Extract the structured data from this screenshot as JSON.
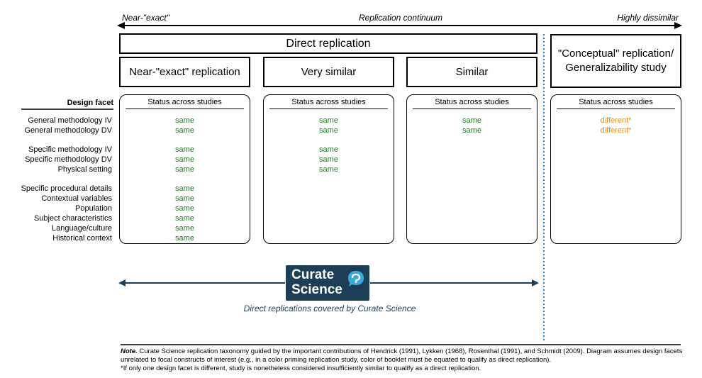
{
  "continuum": {
    "left_label": "Near-\"exact\"",
    "center_label": "Replication continuum",
    "right_label": "Highly dissimilar"
  },
  "direct_replication_header": "Direct replication",
  "categories": [
    {
      "title": "Near-\"exact\" replication"
    },
    {
      "title": "Very similar"
    },
    {
      "title": "Similar"
    },
    {
      "title": "\"Conceptual\" replication/ Generalizability study"
    }
  ],
  "design_facet_header": "Design facet",
  "status_header": "Status across studies",
  "facets": [
    "General methodology IV",
    "General methodology DV",
    "Specific methodology IV",
    "Specific methodology DV",
    "Physical setting",
    "Specific procedural details",
    "Contextual variables",
    "Population",
    "Subject characteristics",
    "Language/culture",
    "Historical context"
  ],
  "status": [
    [
      "same",
      "same",
      "same",
      "same",
      "same",
      "same",
      "same",
      "same",
      "same",
      "same",
      "same"
    ],
    [
      "same",
      "same",
      "same",
      "same",
      "same",
      "",
      "",
      "",
      "",
      "",
      ""
    ],
    [
      "same",
      "same",
      "",
      "",
      "",
      "",
      "",
      "",
      "",
      "",
      ""
    ],
    [
      "different*",
      "different*",
      "",
      "",
      "",
      "",
      "",
      "",
      "",
      "",
      ""
    ]
  ],
  "colors": {
    "same": "#1f7a1f",
    "different": "#f08c00",
    "logo_bg": "#1c3f57",
    "arrow": "#1c3f57",
    "divider": "#2b7bd0"
  },
  "logo": {
    "line1": "Curate",
    "line2": "Science",
    "icon": "speech-bubble-curate-icon"
  },
  "coverage_caption": "Direct replications covered by Curate Science",
  "note": {
    "label": "Note.",
    "text": " Curate Science replication taxonomy guided by the important contributions of Hendrick (1991), Lykken (1968), Rosenthal (1991), and Schmidt (2009). Diagram assumes design facets unrelated to focal constructs of interest (e.g., in a color priming replication study, color of booklet must be equated to qualify as direct replication).",
    "footnote": "*If only one design facet is different, study is nonetheless considered insufficiently similar to qualify as a direct replication."
  }
}
